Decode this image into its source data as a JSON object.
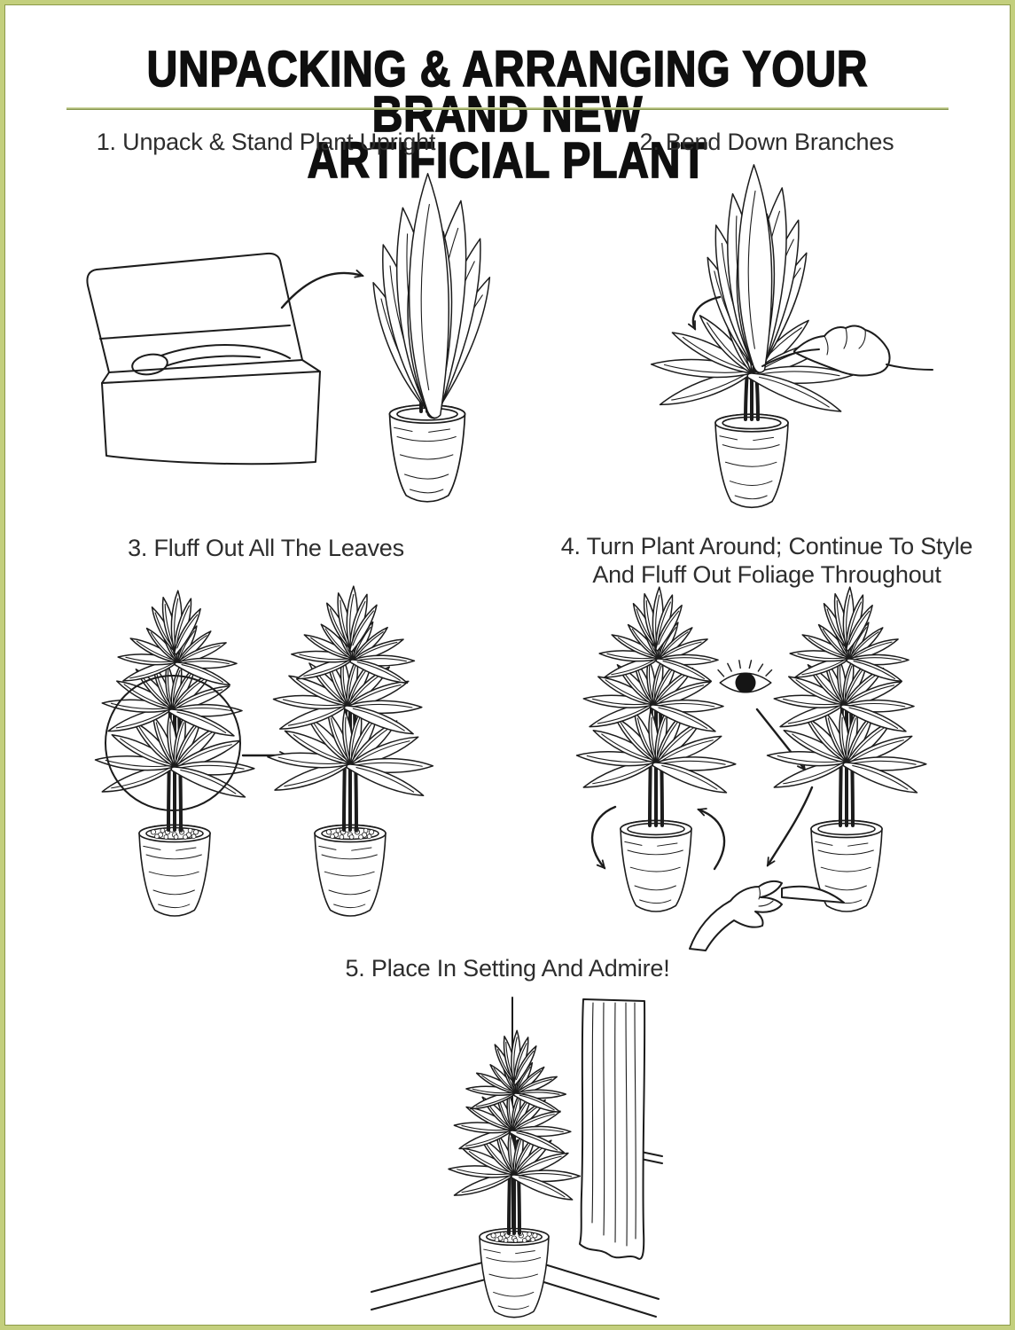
{
  "page": {
    "title_line1": "UNPACKING & ARRANGING YOUR BRAND NEW",
    "title_line2": "ARTIFICIAL PLANT"
  },
  "colors": {
    "paper": "#ffffff",
    "border": "#c3cf7d",
    "border_inner_line": "#8c9a48",
    "divider": "#8b9a4a",
    "ink": "#1c1c1c"
  },
  "steps": [
    {
      "label": "1. Unpack & Stand Plant Upright",
      "illustration": [
        "open-shipping-box-icon",
        "curved-arrow-icon",
        "bundled-plant-in-pot-icon"
      ]
    },
    {
      "label": "2. Bend Down Branches",
      "illustration": [
        "bend-down-arrow-icon",
        "plant-with-bent-branches-icon",
        "hand-icon"
      ]
    },
    {
      "label": "3. Fluff Out All The Leaves",
      "illustration": [
        "plant-before-icon",
        "focus-circle-icon",
        "right-arrow-icon",
        "plant-after-icon"
      ]
    },
    {
      "label": "4. Turn Plant Around; Continue To Style And Fluff Out Foliage Throughout",
      "label_line1": "4. Turn Plant Around; Continue To Style",
      "label_line2": "And Fluff Out Foliage Throughout",
      "illustration": [
        "plant-front-icon",
        "rotate-arrows-icon",
        "eye-icon",
        "look-arrow-icon",
        "plant-back-icon",
        "fluff-arrow-icon",
        "hand-icon"
      ]
    },
    {
      "label": "5. Place In Setting And Admire!",
      "illustration": [
        "room-corner-icon",
        "curtain-icon",
        "styled-plant-in-pot-icon"
      ]
    }
  ]
}
